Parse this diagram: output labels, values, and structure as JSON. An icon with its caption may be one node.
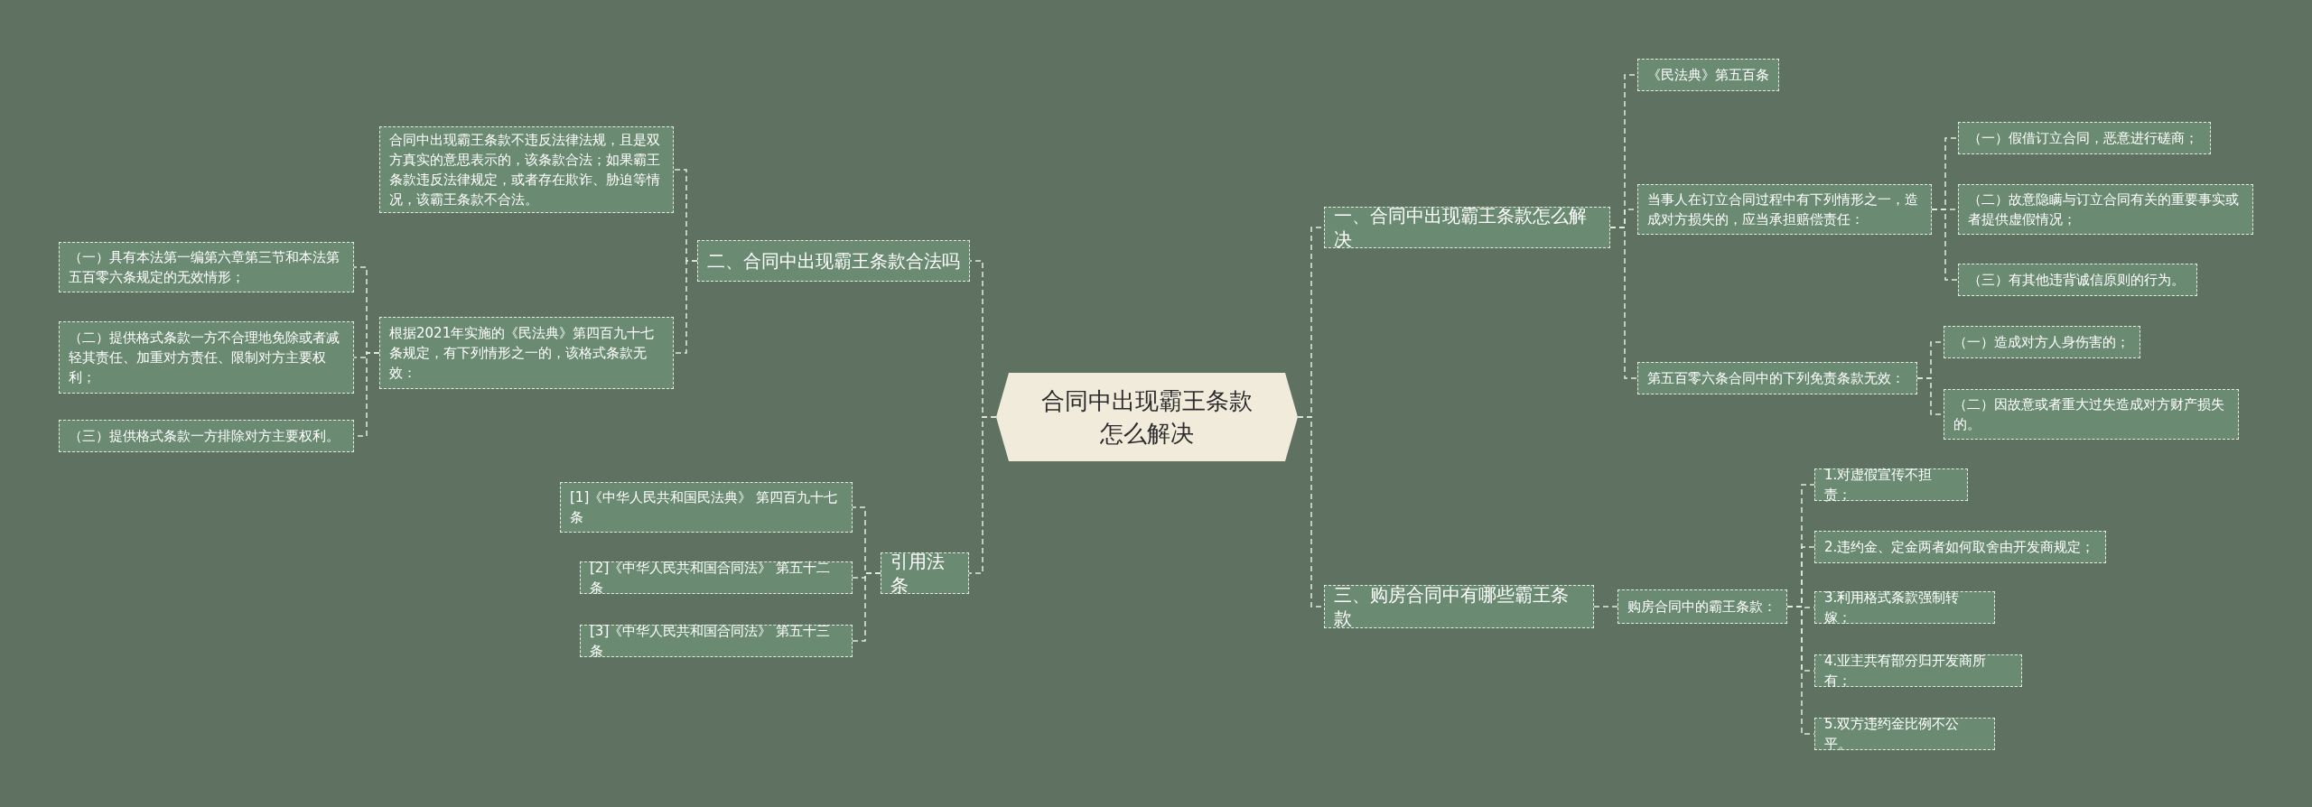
{
  "diagram": {
    "nodes": [
      {
        "text": [
          "合同中出现霸王条款怎么解决"
        ]
      },
      {
        "text": [
          "一、合同中出现霸王条款怎么解决"
        ]
      },
      {
        "text": [
          "《民法典》第五百条"
        ]
      },
      {
        "text": [
          "当事人在订立合同过程中有下列情形之一，造成对方损失的，应当承担赔偿责任："
        ]
      },
      {
        "text": [
          "（一）假借订立合同，恶意进行磋商；"
        ]
      },
      {
        "text": [
          "（二）故意隐瞒与订立合同有关的重要事实或者提供虚假情况；"
        ]
      },
      {
        "text": [
          "（三）有其他违背诚信原则的行为。"
        ]
      },
      {
        "text": [
          "第五百零六条合同中的下列免责条款无效："
        ]
      },
      {
        "text": [
          "（一）造成对方人身伤害的；"
        ]
      },
      {
        "text": [
          "（二）因故意或者重大过失造成对方财产损失的。"
        ]
      },
      {
        "text": [
          "三、购房合同中有哪些霸王条款"
        ]
      },
      {
        "text": [
          "购房合同中的霸王条款："
        ]
      },
      {
        "text": [
          "1.对虚假宣传不担责；"
        ]
      },
      {
        "text": [
          "2.违约金、定金两者如何取舍由开发商规定；"
        ]
      },
      {
        "text": [
          "3.利用格式条款强制转嫁；"
        ]
      },
      {
        "text": [
          "4.业主共有部分归开发商所有；"
        ]
      },
      {
        "text": [
          "5.双方违约金比例不公平。"
        ]
      },
      {
        "text": [
          "二、合同中出现霸王条款合法吗"
        ]
      },
      {
        "text": [
          "合同中出现霸王条款不违反法律法规，且是双方真实的意思表示的，该条款合法；如果霸王条款违反法律规定，或者存在欺诈、胁迫等情况，该霸王条款不合法。"
        ]
      },
      {
        "text": [
          "根据2021年实施的《民法典》第四百九十七条规定，有下列情形之一的，该格式条款无效："
        ]
      },
      {
        "text": [
          "（一）具有本法第一编第六章第三节和本法第五百零六条规定的无效情形；"
        ]
      },
      {
        "text": [
          "（二）提供格式条款一方不合理地免除或者减轻其责任、加重对方责任、限制对方主要权利；"
        ]
      },
      {
        "text": [
          "（三）提供格式条款一方排除对方主要权利。"
        ]
      },
      {
        "text": [
          "引用法条"
        ]
      },
      {
        "text": [
          "[1]《中华人民共和国民法典》 第四百九十七条"
        ]
      },
      {
        "text": [
          "[2]《中华人民共和国合同法》 第五十二条"
        ]
      },
      {
        "text": [
          "[3]《中华人民共和国合同法》 第五十三条"
        ]
      }
    ],
    "edges": [
      {
        "from": 0,
        "to": 1,
        "arrow": "none"
      },
      {
        "from": 1,
        "to": 2,
        "arrow": "none"
      },
      {
        "from": 1,
        "to": 3,
        "arrow": "none"
      },
      {
        "from": 3,
        "to": 4,
        "arrow": "none"
      },
      {
        "from": 3,
        "to": 5,
        "arrow": "none"
      },
      {
        "from": 3,
        "to": 6,
        "arrow": "none"
      },
      {
        "from": 1,
        "to": 7,
        "arrow": "none"
      },
      {
        "from": 7,
        "to": 8,
        "arrow": "none"
      },
      {
        "from": 7,
        "to": 9,
        "arrow": "none"
      },
      {
        "from": 0,
        "to": 10,
        "arrow": "none"
      },
      {
        "from": 10,
        "to": 11,
        "arrow": "none"
      },
      {
        "from": 11,
        "to": 12,
        "arrow": "none"
      },
      {
        "from": 11,
        "to": 13,
        "arrow": "none"
      },
      {
        "from": 11,
        "to": 14,
        "arrow": "none"
      },
      {
        "from": 11,
        "to": 15,
        "arrow": "none"
      },
      {
        "from": 11,
        "to": 16,
        "arrow": "none"
      },
      {
        "from": 0,
        "to": 17,
        "arrow": "none"
      },
      {
        "from": 17,
        "to": 18,
        "arrow": "none"
      },
      {
        "from": 17,
        "to": 19,
        "arrow": "none"
      },
      {
        "from": 19,
        "to": 20,
        "arrow": "none"
      },
      {
        "from": 19,
        "to": 21,
        "arrow": "none"
      },
      {
        "from": 19,
        "to": 22,
        "arrow": "none"
      },
      {
        "from": 0,
        "to": 23,
        "arrow": "none"
      },
      {
        "from": 23,
        "to": 24,
        "arrow": "none"
      },
      {
        "from": 23,
        "to": 25,
        "arrow": "none"
      },
      {
        "from": 23,
        "to": 26,
        "arrow": "none"
      }
    ]
  }
}
